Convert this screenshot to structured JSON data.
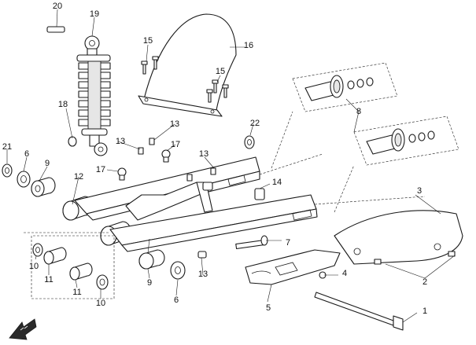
{
  "callouts": [
    "1",
    "2",
    "3",
    "4",
    "5",
    "6",
    "6",
    "7",
    "8",
    "9",
    "9",
    "10",
    "10",
    "11",
    "11",
    "12",
    "13",
    "13",
    "13",
    "13",
    "14",
    "15",
    "15",
    "16",
    "17",
    "17",
    "18",
    "19",
    "20",
    "21",
    "22"
  ],
  "direction_icon": "front-direction-arrow-icon"
}
